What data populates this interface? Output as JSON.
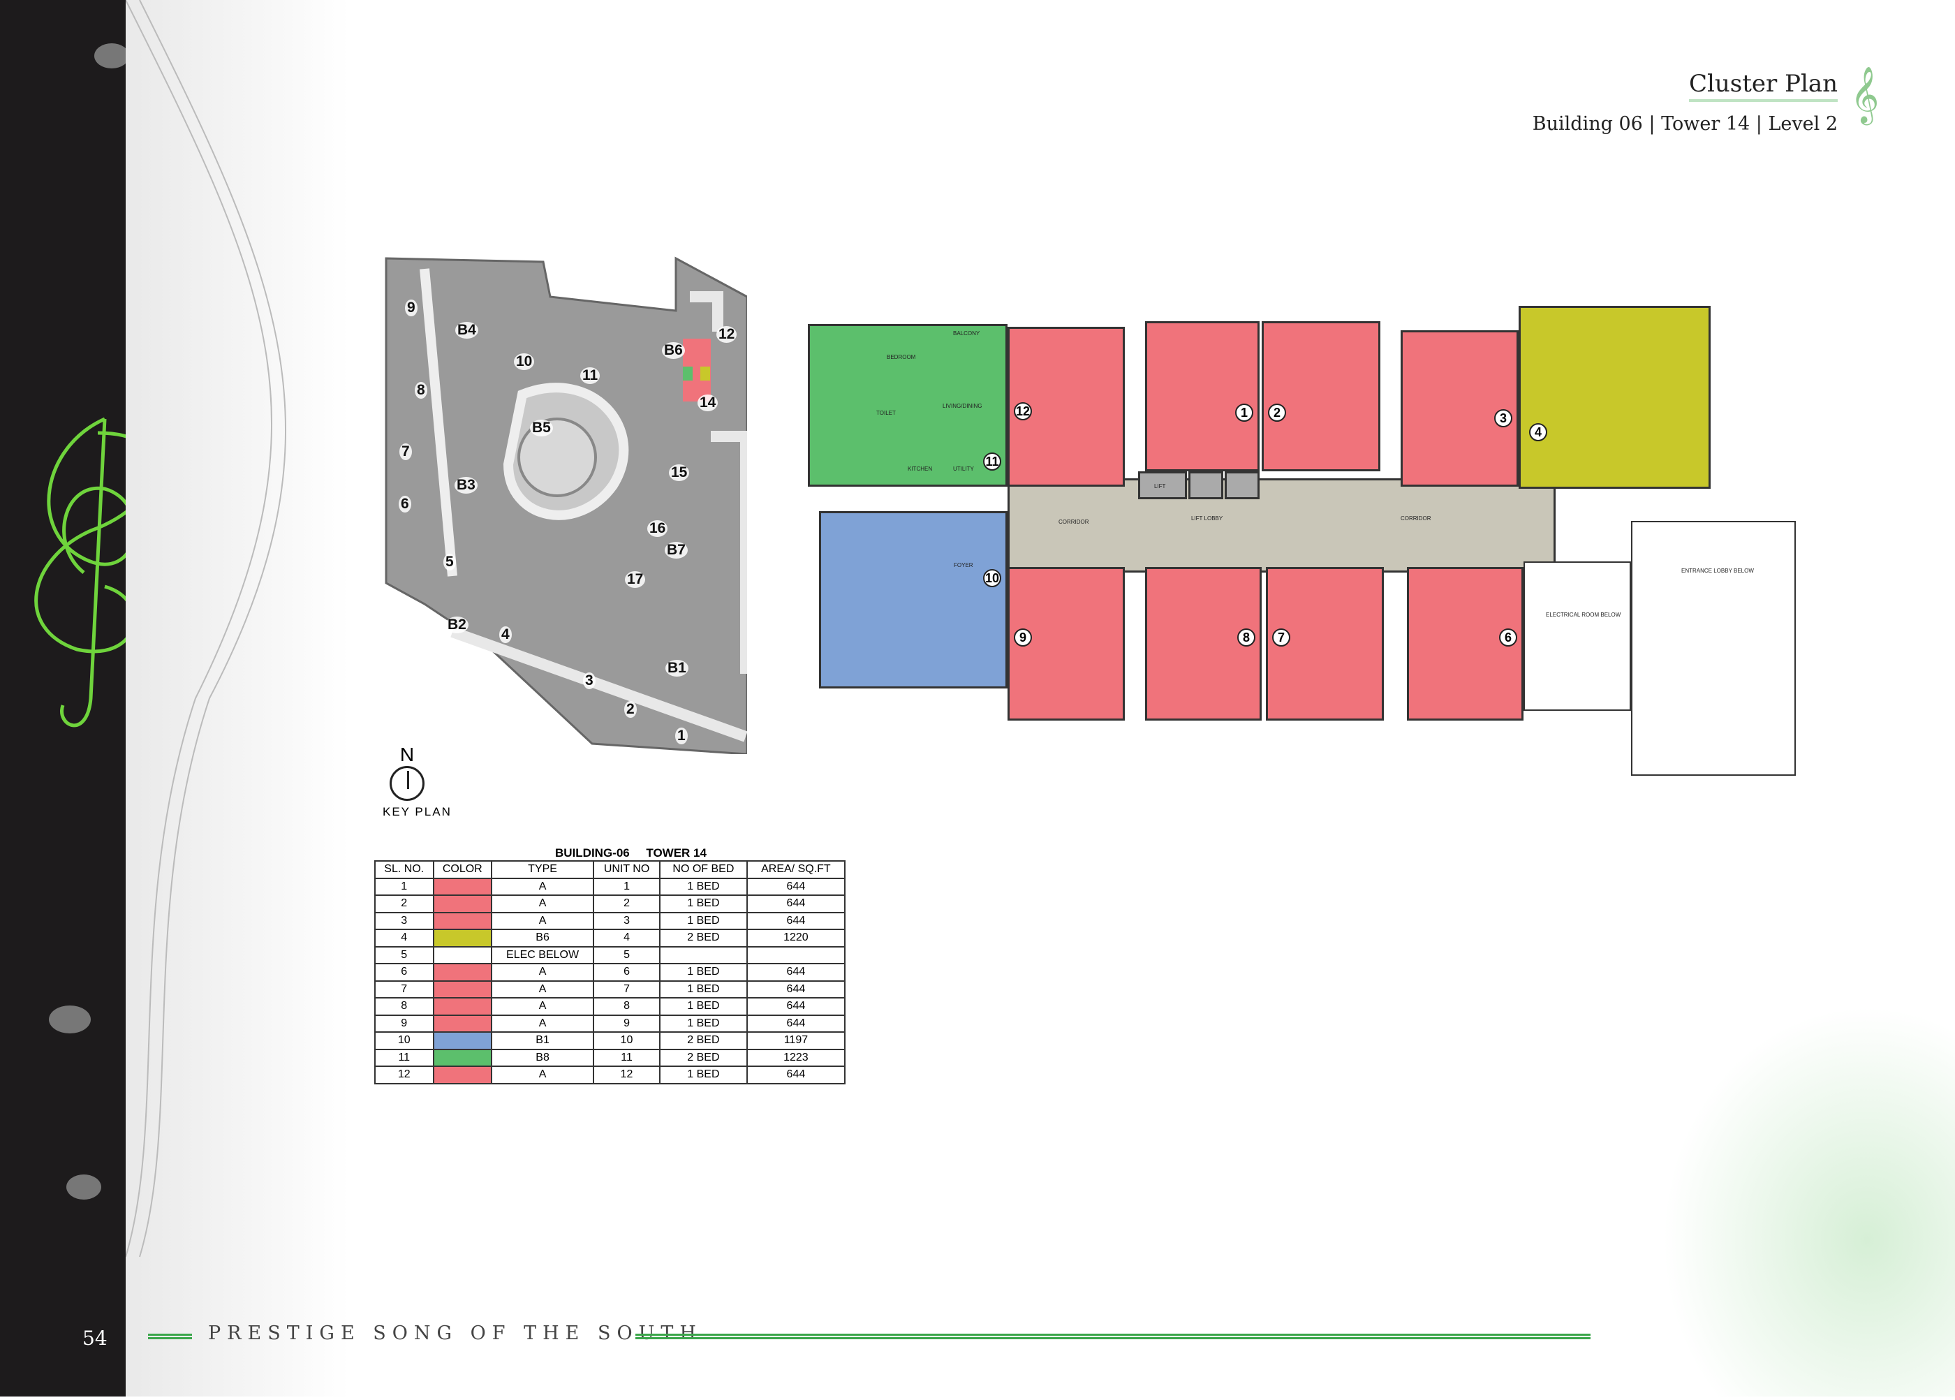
{
  "header": {
    "title": "Cluster Plan",
    "subtitle": "Building 06 | Tower 14 | Level 2"
  },
  "key_plan": {
    "caption": "KEY PLAN",
    "north": "N",
    "labels": [
      "9",
      "B4",
      "10",
      "11",
      "B6",
      "12",
      "8",
      "14",
      "B5",
      "7",
      "B3",
      "15",
      "6",
      "16",
      "B7",
      "5",
      "17",
      "B2",
      "4",
      "B1",
      "3",
      "2",
      "1"
    ]
  },
  "floor_plan": {
    "units": [
      "1",
      "2",
      "3",
      "4",
      "6",
      "7",
      "8",
      "9",
      "10",
      "11",
      "12"
    ],
    "labels": {
      "lift_lobby": "LIFT LOBBY",
      "corridor": "CORRIDOR",
      "lift": "LIFT",
      "elec_room": "ELECTRICAL ROOM BELOW",
      "entrance_lobby": "ENTRANCE LOBBY BELOW",
      "balcony": "BALCONY",
      "kitchen": "KITCHEN",
      "bedroom": "BEDROOM",
      "living": "LIVING/DINING",
      "toilet": "TOILET",
      "foyer": "FOYER",
      "utility": "UTILITY"
    },
    "colors": {
      "a": "#f0737b",
      "b6": "#c8c82a",
      "b1": "#7fa2d6",
      "b8": "#5cbf6c",
      "core": "#c9c6b8"
    }
  },
  "table": {
    "title": "BUILDING-06     TOWER 14",
    "headers": [
      "SL. NO.",
      "COLOR",
      "TYPE",
      "UNIT NO",
      "NO OF BED",
      "AREA/ SQ.FT"
    ],
    "rows": [
      {
        "sl": "1",
        "color": "#f0737b",
        "type": "A",
        "unit": "1",
        "bed": "1 BED",
        "area": "644"
      },
      {
        "sl": "2",
        "color": "#f0737b",
        "type": "A",
        "unit": "2",
        "bed": "1 BED",
        "area": "644"
      },
      {
        "sl": "3",
        "color": "#f0737b",
        "type": "A",
        "unit": "3",
        "bed": "1 BED",
        "area": "644"
      },
      {
        "sl": "4",
        "color": "#c8c82a",
        "type": "B6",
        "unit": "4",
        "bed": "2 BED",
        "area": "1220"
      },
      {
        "sl": "5",
        "color": "#ffffff",
        "type": "ELEC BELOW",
        "unit": "5",
        "bed": "",
        "area": ""
      },
      {
        "sl": "6",
        "color": "#f0737b",
        "type": "A",
        "unit": "6",
        "bed": "1 BED",
        "area": "644"
      },
      {
        "sl": "7",
        "color": "#f0737b",
        "type": "A",
        "unit": "7",
        "bed": "1 BED",
        "area": "644"
      },
      {
        "sl": "8",
        "color": "#f0737b",
        "type": "A",
        "unit": "8",
        "bed": "1 BED",
        "area": "644"
      },
      {
        "sl": "9",
        "color": "#f0737b",
        "type": "A",
        "unit": "9",
        "bed": "1 BED",
        "area": "644"
      },
      {
        "sl": "10",
        "color": "#7fa2d6",
        "type": "B1",
        "unit": "10",
        "bed": "2 BED",
        "area": "1197"
      },
      {
        "sl": "11",
        "color": "#5cbf6c",
        "type": "B8",
        "unit": "11",
        "bed": "2 BED",
        "area": "1223"
      },
      {
        "sl": "12",
        "color": "#f0737b",
        "type": "A",
        "unit": "12",
        "bed": "1 BED",
        "area": "644"
      }
    ]
  },
  "footer": {
    "page_number": "54",
    "brand": "PRESTIGE SONG OF THE SOUTH"
  }
}
